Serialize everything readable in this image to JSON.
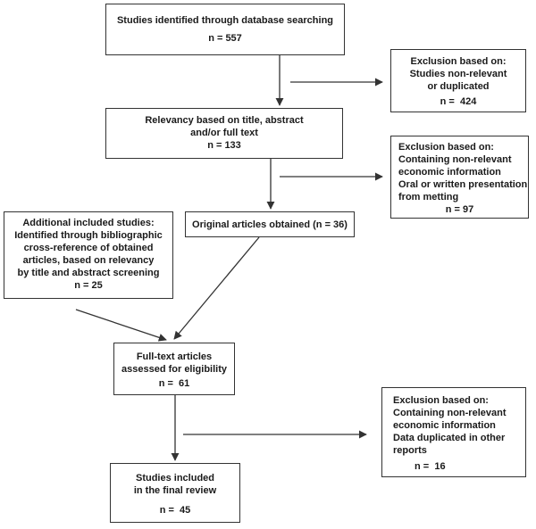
{
  "boxes": {
    "identified": {
      "title": "Studies identified through database searching",
      "count": "n = 557"
    },
    "excl1": {
      "lines": [
        "Exclusion based on:",
        "Studies non-relevant",
        "or duplicated"
      ],
      "count_label": "n =",
      "count": "424"
    },
    "relevancy": {
      "lines": [
        "Relevancy based on title, abstract",
        "and/or full text"
      ],
      "count": "n = 133"
    },
    "excl2": {
      "lines": [
        "Exclusion based on:",
        "Containing non-relevant",
        "economic information",
        "Oral or written presentation",
        "from metting"
      ],
      "count": "n = 97"
    },
    "original": {
      "title": "Original articles obtained (n = 36)"
    },
    "additional": {
      "lines": [
        "Additional included studies:",
        "Identified through bibliographic",
        "cross-reference of obtained",
        "articles, based on relevancy",
        "by title and abstract screening"
      ],
      "count": "n = 25"
    },
    "fulltext": {
      "lines": [
        "Full-text articles",
        "assessed for eligibility"
      ],
      "count_label": "n =",
      "count": "61"
    },
    "excl3": {
      "lines": [
        "Exclusion based on:",
        "Containing non-relevant",
        "economic information",
        "Data duplicated in other",
        "reports"
      ],
      "count_label": "n =",
      "count": "16"
    },
    "included": {
      "lines": [
        "Studies included",
        "in the final review"
      ],
      "count_label": "n =",
      "count": "45"
    }
  },
  "colors": {
    "line": "#333333",
    "text": "#1a1a1a"
  }
}
